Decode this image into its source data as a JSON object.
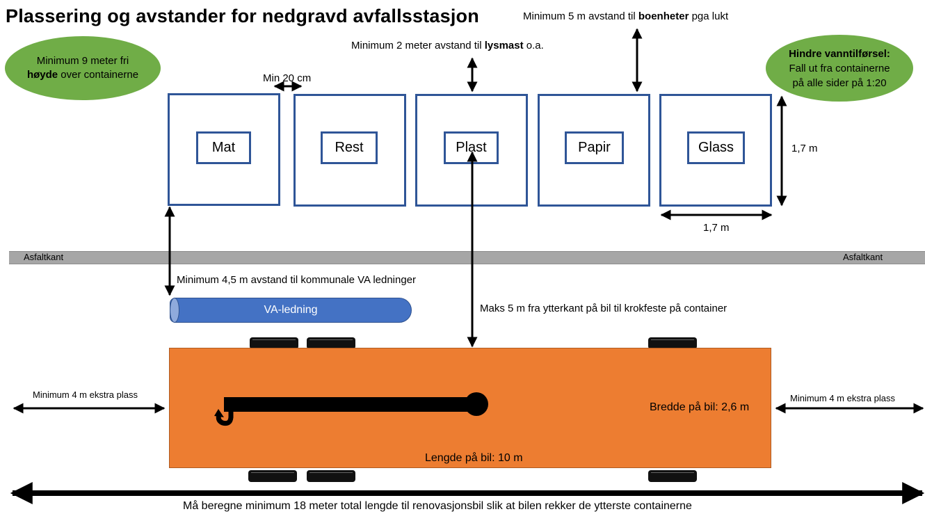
{
  "title": "Plassering og avstander for nedgravd avfallsstasjon",
  "height_note": {
    "line1": "Minimum 9 meter fri",
    "line2_bold": "høyde",
    "line2_rest": " over containerne"
  },
  "water_note": {
    "title": "Hindre vanntilførsel:",
    "line1": "Fall ut fra containerne",
    "line2": "på alle sider på 1:20"
  },
  "housing_note": {
    "prefix": "Minimum 5 m avstand til ",
    "bold": "boenheter",
    "suffix": " pga lukt"
  },
  "lightpole_note": {
    "prefix": "Minimum 2 meter avstand til ",
    "bold": "lysmast",
    "suffix": " o.a."
  },
  "gap_note": "Min 20 cm",
  "containers": [
    "Mat",
    "Rest",
    "Plast",
    "Papir",
    "Glass"
  ],
  "container_height": "1,7 m",
  "container_width": "1,7 m",
  "road_label_left": "Asfaltkant",
  "road_label_right": "Asfaltkant",
  "va_note": "Minimum 4,5 m avstand til kommunale VA ledninger",
  "pipe_label": "VA-ledning",
  "hook_note": "Maks 5 m fra ytterkant på bil til krokfeste på container",
  "left_space": "Minimum 4 m ekstra plass",
  "right_space": "Minimum 4 m ekstra plass",
  "truck_width": "Bredde på bil: 2,6 m",
  "truck_length": "Lengde på bil: 10 m",
  "total_length_note": "Må beregne minimum 18 meter total lengde til renovasjonsbil slik at bilen rekker de ytterste containerne",
  "colors": {
    "container_border": "#2f5597",
    "ellipse": "#70ad47",
    "truck": "#ed7d31",
    "pipe": "#4472c4",
    "road": "#a6a6a6"
  }
}
